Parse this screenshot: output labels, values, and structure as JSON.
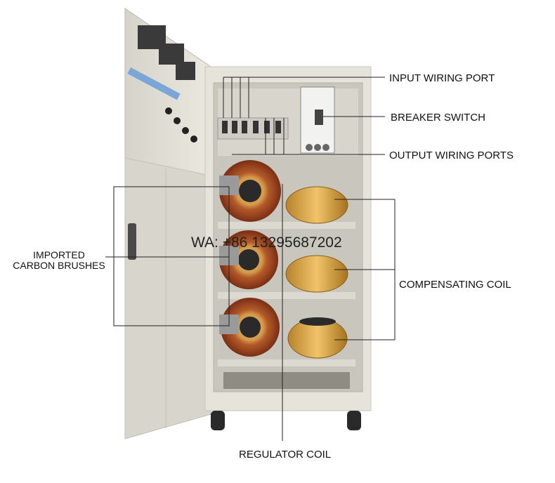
{
  "labels": {
    "input_wiring_port": "INPUT WIRING PORT",
    "breaker_switch": "BREAKER SWITCH",
    "output_wiring_ports": "OUTPUT WIRING PORTS",
    "imported_carbon_brushes_line1": "IMPORTED",
    "imported_carbon_brushes_line2": "CARBON BRUSHES",
    "compensating_coil": "COMPENSATING COIL",
    "regulator_coil": "REGULATOR COIL"
  },
  "watermark": "WA: +86 13295687202",
  "colors": {
    "cabinet": "#e6e3da",
    "door": "#dedbd1",
    "copper": "#a64a26",
    "gold_coil": "#d9a64a",
    "line": "#222222"
  }
}
